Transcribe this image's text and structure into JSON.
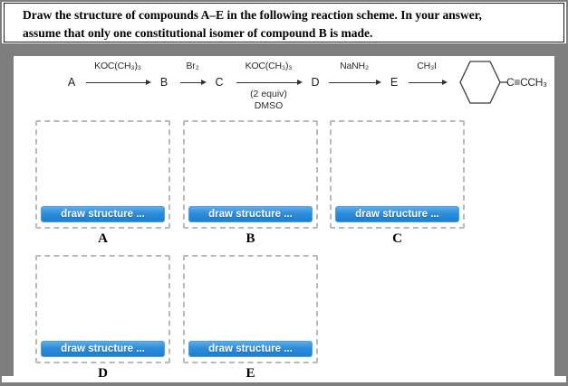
{
  "question": {
    "line1": "Draw the structure of compounds A–E in the following reaction scheme. In your answer,",
    "line2": "assume that only one constitutional isomer of compound B is made."
  },
  "scheme": {
    "compounds": [
      "A",
      "B",
      "C",
      "D",
      "E"
    ],
    "steps": [
      {
        "reagent": "KOC(CH₃)₃"
      },
      {
        "reagent": "Br₂"
      },
      {
        "reagent": "KOC(CH₃)₃",
        "note1": "(2 equiv)",
        "note2": "DMSO"
      },
      {
        "reagent": "NaNH₂"
      },
      {
        "reagent": "CH₃I"
      }
    ],
    "product": {
      "formula": "C≡CCH₃",
      "ring": "cyclohexane"
    }
  },
  "boxes": [
    {
      "label": "A",
      "button": "draw structure ..."
    },
    {
      "label": "B",
      "button": "draw structure ..."
    },
    {
      "label": "C",
      "button": "draw structure ..."
    },
    {
      "label": "D",
      "button": "draw structure ..."
    },
    {
      "label": "E",
      "button": "draw structure ..."
    }
  ],
  "colors": {
    "panel_gray": "#7e7e7e",
    "button_blue": "#2c8cda",
    "dashed_border": "#b9b9b9"
  }
}
